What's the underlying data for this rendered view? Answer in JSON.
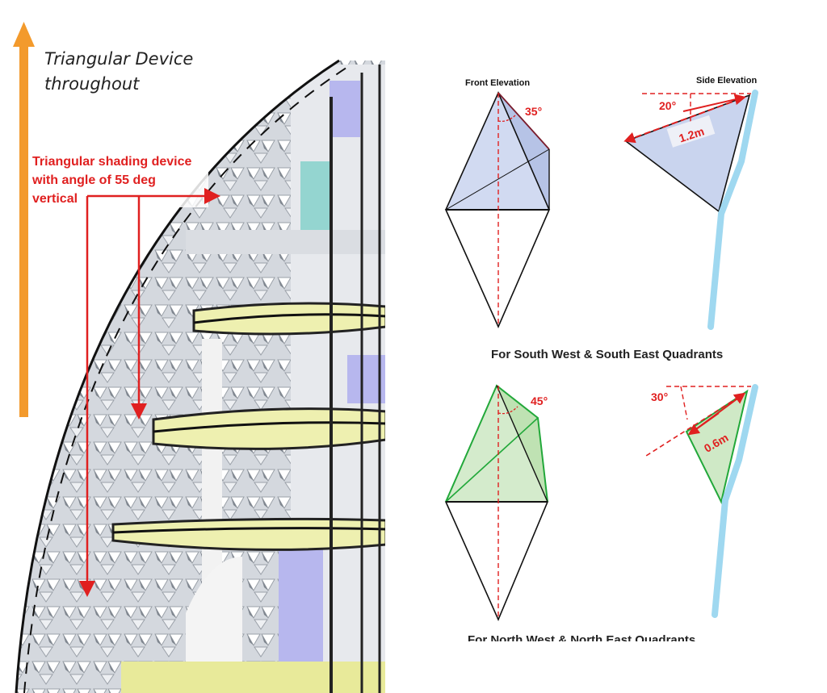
{
  "left_panel": {
    "title_line1": "Triangular Device",
    "title_line2": "throughout",
    "annotation_line1": "Triangular shading device",
    "annotation_line2": "with angle of 55 deg",
    "annotation_line3": "vertical"
  },
  "top_row": {
    "front_elevation_label": "Front Elevation",
    "side_elevation_label": "Side Elevation",
    "front_angle": "35°",
    "side_angle": "20°",
    "side_length": "1.2m",
    "caption": "For South West & South East Quadrants"
  },
  "bottom_row": {
    "front_angle": "45°",
    "side_angle": "30°",
    "side_length": "0.6m",
    "caption": "For North West & North East Quadrants"
  },
  "colors": {
    "orange_arrow": "#f39a2c",
    "red_annotation": "#e02020",
    "blue_fill": "#c9d4ee",
    "green_fill": "#cfe9c6",
    "green_stroke": "#22a83a",
    "glass_blue": "#9fd8f0",
    "wall_grey": "#d9dde3",
    "floor_yellow": "#eef0b0",
    "interior_purple": "#b7b7ee"
  }
}
